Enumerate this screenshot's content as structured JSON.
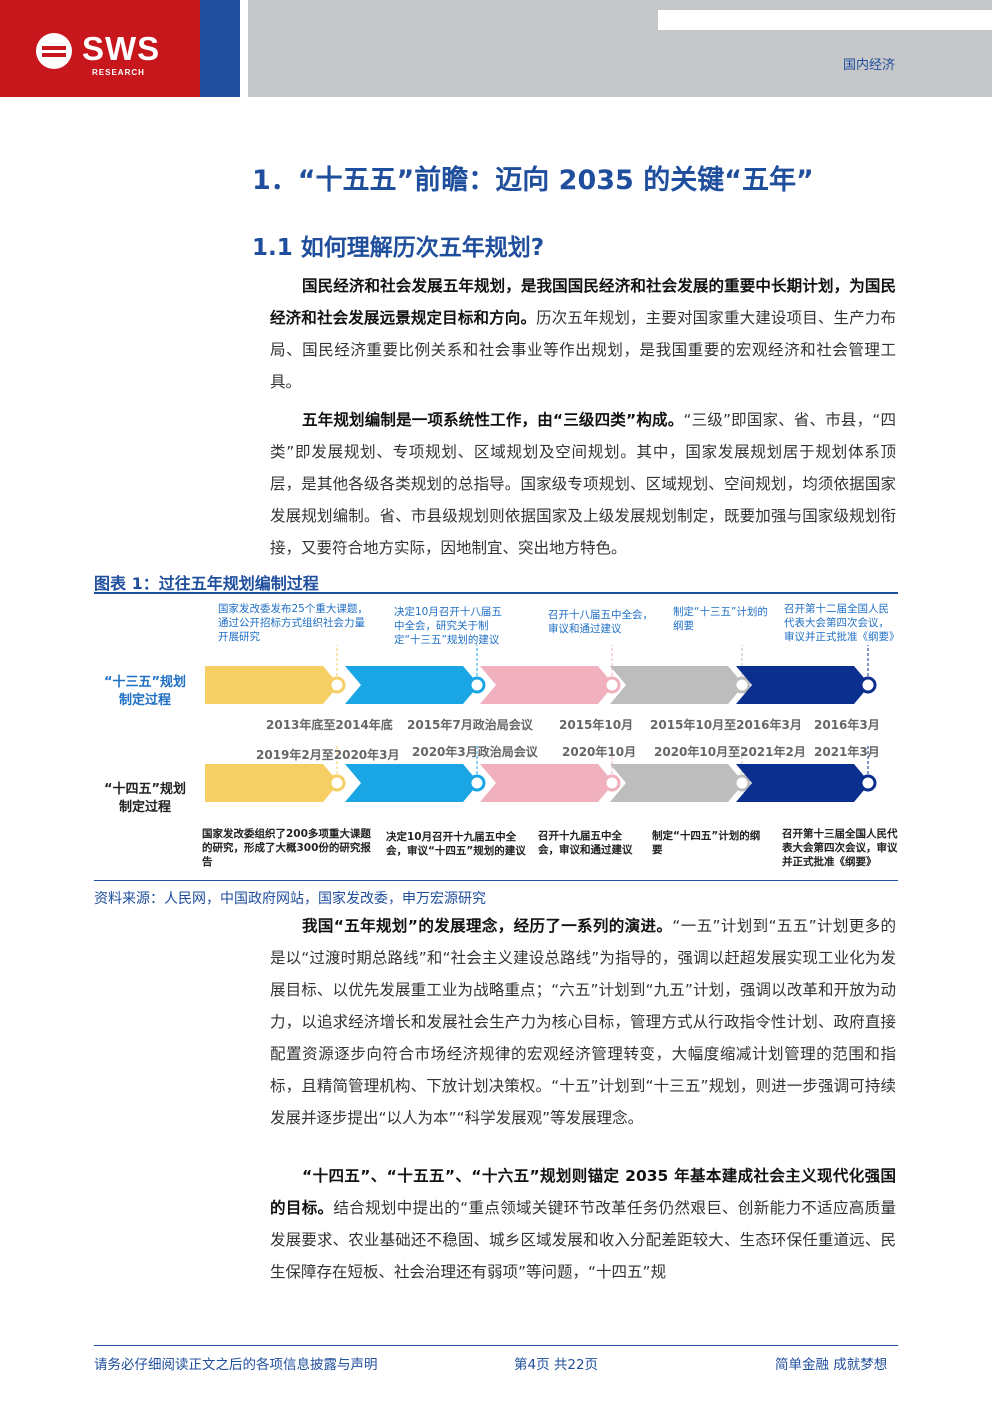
{
  "header": {
    "brand": "SWS",
    "brand_sub": "RESEARCH",
    "category": "国内经济",
    "colors": {
      "red": "#c8161d",
      "blue": "#1f4e9c",
      "gray": "#c6c7c9"
    }
  },
  "section_title": "1．“十五五”前瞻：迈向 2035 的关键“五年”",
  "subsection_title": "1.1 如何理解历次五年规划?",
  "p1": {
    "bold": "国民经济和社会发展五年规划，是我国国民经济和社会发展的重要中长期计划，为国民经济和社会发展远景规定目标和方向。",
    "text": "历次五年规划，主要对国家重大建设项目、生产力布局、国民经济重要比例关系和社会事业等作出规划，是我国重要的宏观经济和社会管理工具。"
  },
  "p2": {
    "bold": "五年规划编制是一项系统性工作，由“三级四类”构成。",
    "text": "“三级”即国家、省、市县，“四类”即发展规划、专项规划、区域规划及空间规划。其中，国家发展规划居于规划体系顶层，是其他各级各类规划的总指导。国家级专项规划、区域规划、空间规划，均须依据国家发展规划编制。省、市县级规划则依据国家及上级发展规划制定，既要加强与国家级规划衔接，又要符合地方实际，因地制宜、突出地方特色。"
  },
  "figure": {
    "title": "图表 1：过往五年规划编制过程",
    "source": "资料来源：人民网，中国政府网站，国家发改委，申万宏源研究",
    "colors": [
      "#f5cf63",
      "#1aa6e4",
      "#f0b0be",
      "#bdbdbd",
      "#0b2f8e"
    ],
    "row1": {
      "label": "“十三五”规划制定过程",
      "notes": [
        "国家发改委发布25个重大课题，通过公开招标方式组织社会力量开展研究",
        "决定10月召开十八届五中全会，研究关于制定“十三五”规划的建议",
        "召开十八届五中全会，审议和通过建议",
        "制定“十三五”计划的纲要",
        "召开第十二届全国人民代表大会第四次会议，审议并正式批准《纲要》"
      ],
      "dates": [
        "2013年底至2014年底",
        "2015年7月政治局会议",
        "2015年10月",
        "2015年10月至2016年3月",
        "2016年3月"
      ]
    },
    "row2": {
      "label": "“十四五”规划制定过程",
      "dates": [
        "2019年2月至2020年3月",
        "2020年3月政治局会议",
        "2020年10月",
        "2020年10月至2021年2月",
        "2021年3月"
      ],
      "notes": [
        "国家发改委组织了200多项重大课题的研究，形成了大概300份的研究报告",
        "决定10月召开十九届五中全会，审议“十四五”规划的建议",
        "召开十九届五中全会，审议和通过建议",
        "制定“十四五”计划的纲要",
        "召开第十三届全国人民代表大会第四次会议，审议并正式批准《纲要》"
      ]
    }
  },
  "p3": {
    "bold": "我国“五年规划”的发展理念，经历了一系列的演进。",
    "text": "“一五”计划到“五五”计划更多的是以“过渡时期总路线”和“社会主义建设总路线”为指导的，强调以赶超发展实现工业化为发展目标、以优先发展重工业为战略重点；“六五”计划到“九五”计划，强调以改革和开放为动力，以追求经济增长和发展社会生产力为核心目标，管理方式从行政指令性计划、政府直接配置资源逐步向符合市场经济规律的宏观经济管理转变，大幅度缩减计划管理的范围和指标，且精简管理机构、下放计划决策权。“十五”计划到“十三五”规划，则进一步强调可持续发展并逐步提出“以人为本”“科学发展观”等发展理念。"
  },
  "p4": {
    "bold": "“十四五”、“十五五”、“十六五”规划则锚定 2035 年基本建成社会主义现代化强国的目标。",
    "text": "结合规划中提出的“重点领域关键环节改革任务仍然艰巨、创新能力不适应高质量发展要求、农业基础还不稳固、城乡区域发展和收入分配差距较大、生态环保任重道远、民生保障存在短板、社会治理还有弱项”等问题，“十四五”规"
  },
  "footer": {
    "disclaimer": "请务必仔细阅读正文之后的各项信息披露与声明",
    "page": "第4页 共22页",
    "slogan": "简单金融 成就梦想"
  }
}
